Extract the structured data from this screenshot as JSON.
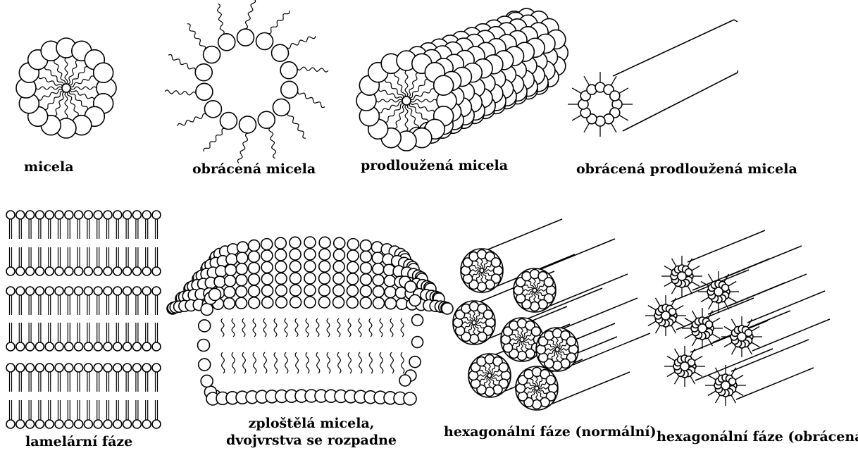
{
  "figure": {
    "labels": {
      "micela": "micela",
      "obracena_micela": "obrácená micela",
      "prodlouzena_micela": "prodloužená micela",
      "obracena_prodlouzena_micela": "obrácená prodloužená micela",
      "lamelarni_faze": "lamelární fáze",
      "zplostela_line1": "zploštělá micela,",
      "zplostela_line2": "dvojvrstva se rozpadne",
      "hex_normalni": "hexagonální fáze (normální)",
      "hex_obracena": "hexagonální fáze (obrácená)"
    }
  }
}
